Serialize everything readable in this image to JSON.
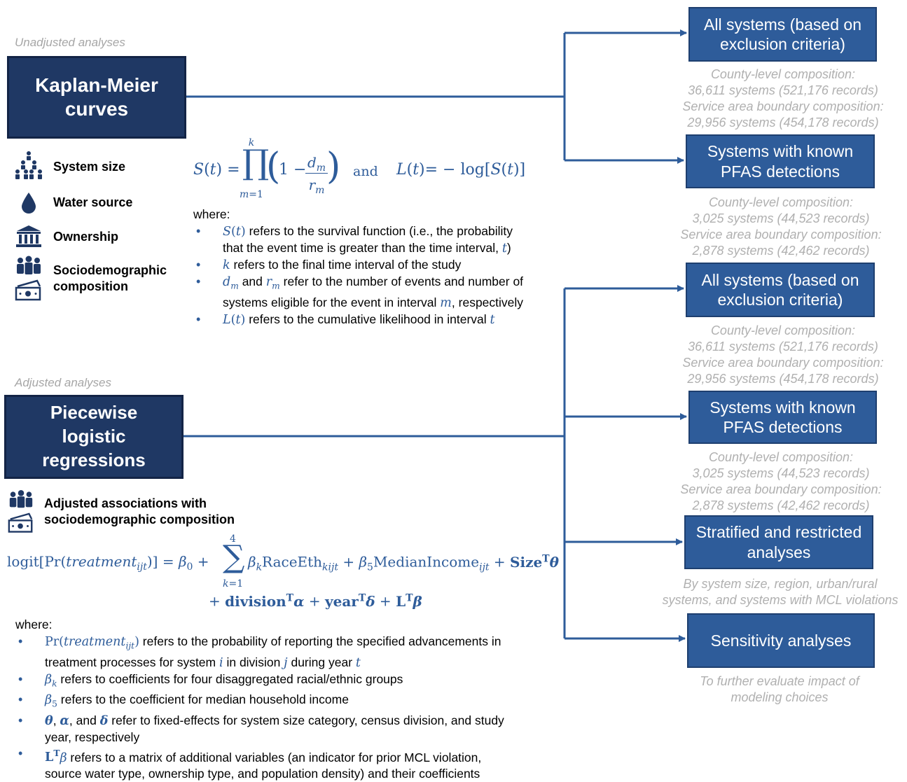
{
  "sections": {
    "unadjusted_label": "Unadjusted analyses",
    "adjusted_label": "Adjusted analyses"
  },
  "km": {
    "title": "Kaplan-Meier\ncurves",
    "icons": [
      {
        "icon": "people-group-icon",
        "label": "System size"
      },
      {
        "icon": "water-drop-icon",
        "label": "Water source"
      },
      {
        "icon": "government-building-icon",
        "label": "Ownership"
      },
      {
        "icon": "people-and-money-icon",
        "label": "Sociodemographic\ncomposition"
      }
    ],
    "where": "where:",
    "and": "and",
    "bullet_texts": {
      "b1a": " refers to the survival function (i.e., the probability",
      "b1b": "that the event time is greater than the time interval, ",
      "b2": " refers to the final time interval of the study",
      "b3a": " and ",
      "b3b": " refer to the number of events and number of",
      "b3c": "systems eligible for the event in interval ",
      "b3d": ", respectively",
      "b4": " refers to the cumulative likelihood in interval "
    }
  },
  "plr": {
    "title": "Piecewise\nlogistic\nregressions",
    "icon_label": "Adjusted associations with\nsociodemographic composition",
    "where": "where:",
    "bullet_texts": {
      "b1a": " refers to the probability of reporting the specified advancements in",
      "b1b": "treatment processes for system ",
      "b1c": " in division ",
      "b1d": " during year ",
      "b2": " refers to coefficients for four disaggregated racial/ethnic groups",
      "b3": " refers to the coefficient for median household income",
      "b4a": ", ",
      "b4b": ", and ",
      "b4c": " refer to fixed-effects for system size category, census division, and study",
      "b4d": "year, respectively",
      "b5a": " refers to a matrix of additional variables (an indicator for prior MCL violation,",
      "b5b": "source water type, ownership type, and population density) and their coefficients"
    }
  },
  "outputs": [
    {
      "label": "All systems (based on\nexclusion criteria)",
      "note": [
        "County-level composition:",
        "36,611 systems (521,176 records)",
        "Service area boundary composition:",
        "29,956 systems (454,178 records)"
      ]
    },
    {
      "label": "Systems with known\nPFAS detections",
      "note": [
        "County-level composition:",
        "3,025 systems (44,523 records)",
        "Service area boundary composition:",
        "2,878 systems (42,462 records)"
      ]
    },
    {
      "label": "All systems (based on\nexclusion criteria)",
      "note": [
        "County-level composition:",
        "36,611 systems (521,176 records)",
        "Service area boundary composition:",
        "29,956 systems (454,178 records)"
      ]
    },
    {
      "label": "Systems with known\nPFAS detections",
      "note": [
        "County-level composition:",
        "3,025 systems (44,523 records)",
        "Service area boundary composition:",
        "2,878 systems (42,462 records)"
      ]
    },
    {
      "label": "Stratified and restricted\nanalyses",
      "note": [
        "By system size, region, urban/rural",
        "systems, and systems with MCL violations"
      ]
    },
    {
      "label": "Sensitivity analyses",
      "note": [
        "To further evaluate impact of",
        "modeling choices"
      ]
    }
  ],
  "colors": {
    "dark_box": "#1f3864",
    "out_box": "#2e5c9a",
    "note": "#b0b0b0",
    "math": "#2e5c9a"
  }
}
